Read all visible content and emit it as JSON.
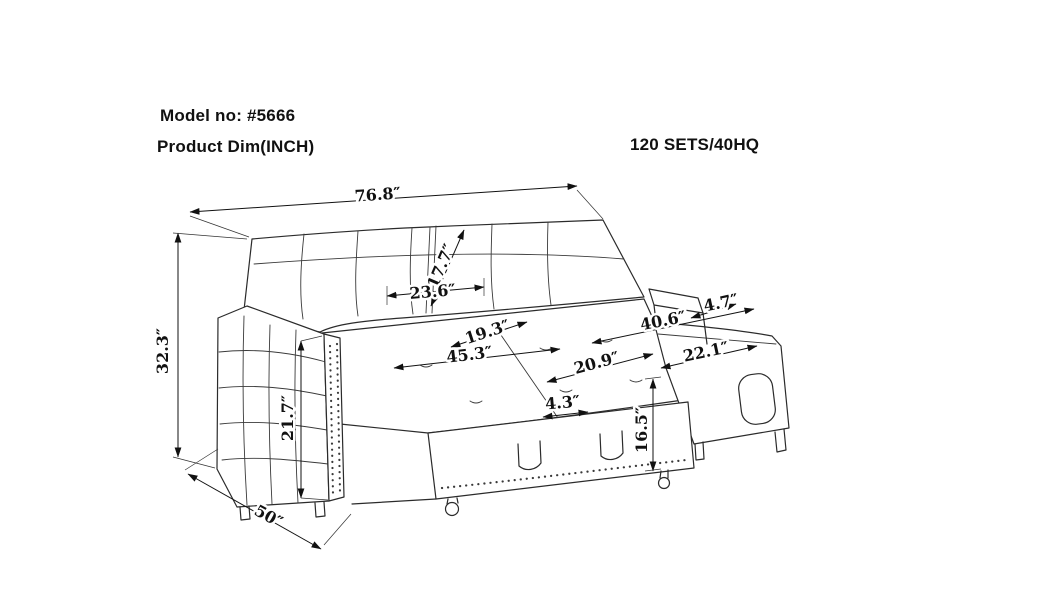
{
  "header": {
    "model_no": "Model no: #5666",
    "product_dim": "Product Dim(INCH)",
    "container_qty": "120 SETS/40HQ"
  },
  "dimensions": {
    "overall_width": "76.8″",
    "overall_height": "32.3″",
    "overall_depth": "50″",
    "backrest_height": "17.7″",
    "back_cushion_width": "23.6″",
    "armrest_width": "4.7″",
    "seat_depth": "19.3″",
    "chaise_length": "40.6″",
    "seat_width": "45.3″",
    "pullout_depth": "20.9″",
    "chaise_width": "22.1″",
    "arm_height": "21.7″",
    "clearance": "4.3″",
    "pullout_height": "16.5″"
  }
}
